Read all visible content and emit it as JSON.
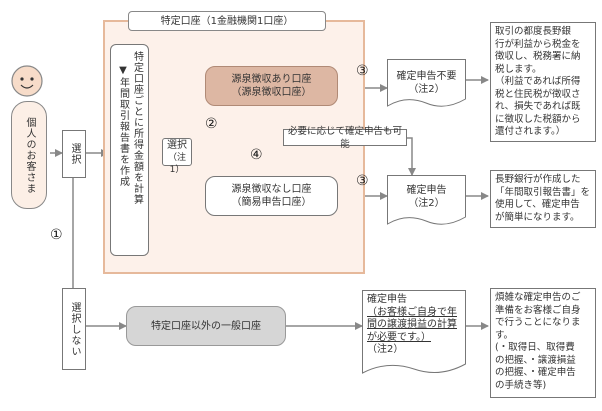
{
  "customer": {
    "label": "個人のお客さま"
  },
  "choice_select": "選択",
  "choice_no_select": "選択しない",
  "circle_1": "①",
  "circle_2": "②",
  "circle_3a": "③",
  "circle_3b": "③",
  "circle_4": "④",
  "special_account": {
    "title": "特定口座（1金融機関1口座）",
    "vertical_text": "特定口座ごとに所得金額を計算",
    "report_text": "▼年間取引報告書を作成",
    "select_line1": "選択",
    "select_line2": "（注1）",
    "withholding": {
      "line1": "源泉徴収あり口座",
      "line2": "（源泉徴収口座）"
    },
    "no_withholding": {
      "line1": "源泉徴収なし口座",
      "line2": "（簡易申告口座）"
    },
    "optional_filing": "必要に応じて確定申告も可能"
  },
  "general_account": "特定口座以外の一般口座",
  "filing_not_required": {
    "line1": "確定申告不要",
    "line2": "（注2）"
  },
  "filing_required": {
    "line1": "確定申告",
    "line2": "（注2）"
  },
  "general_filing": {
    "line1": "確定申告",
    "line2": "（お客様ご自身で年",
    "line3": "間の譲渡損益の計算",
    "line4": "が必要です。）",
    "line5": "（注2）"
  },
  "note_withholding": {
    "line1": "取引の都度長野銀",
    "line2": "行が利益から税金を",
    "line3": "徴収し、税務署に納",
    "line4": "税します。",
    "line5": "（利益であれば所得",
    "line6": "税と住民税が徴収さ",
    "line7": "れ、損失であれば既",
    "line8": "に徴収した税額から",
    "line9": "還付されます。）"
  },
  "note_report": {
    "line1": "長野銀行が作成した",
    "line2": "「年間取引報告書」を",
    "line3": "使用して、確定申告",
    "line4": "が簡単になります。"
  },
  "note_general": {
    "line1": "煩雑な確定申告のご",
    "line2": "準備をお客様ご自身",
    "line3": "で行うことになりま",
    "line4": "す。",
    "line5": "(・取得日、取得費",
    "line6": "の把握、・譲渡損益",
    "line7": "の把握、・確定申告",
    "line8": "の手続き等)"
  },
  "colors": {
    "salmon_border": "#e6b99b",
    "salmon_fill": "#fcefe6",
    "pink_box": "#ddb7a3",
    "gray_box": "#d6d6d6",
    "line": "#888888"
  }
}
